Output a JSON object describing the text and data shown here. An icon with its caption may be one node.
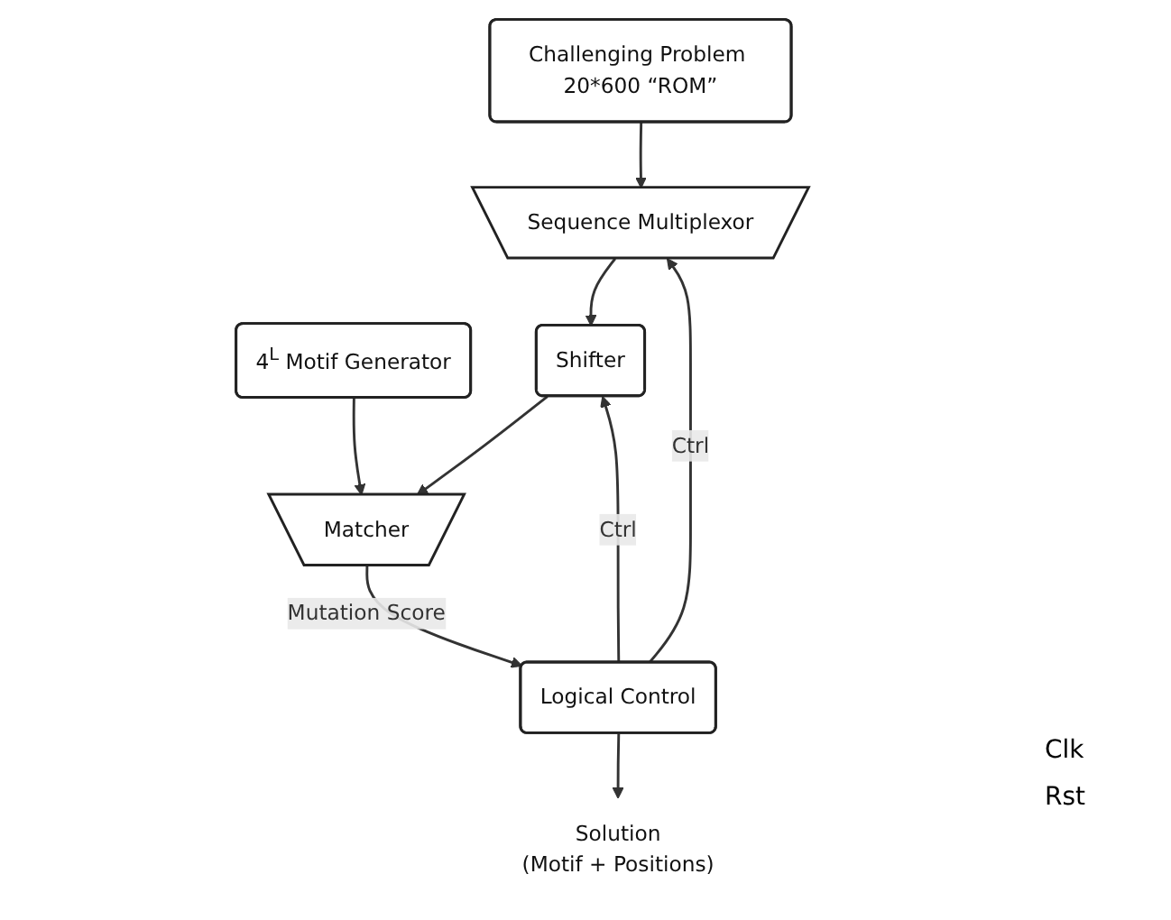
{
  "diagram": {
    "nodes": [
      {
        "text": [
          "Challenging Problem 20*600 “ROM”"
        ]
      },
      {
        "text": [
          "Sequence Multiplexor"
        ]
      },
      {
        "text": [
          "4$^{L}$ Motif Generator"
        ]
      },
      {
        "text": [
          "Shifter"
        ]
      },
      {
        "text": [
          "Matcher"
        ]
      },
      {
        "text": [
          "Logical Control"
        ]
      },
      {
        "text": [
          "Solution",
          "(Motif + Positions)"
        ]
      }
    ],
    "edges": [
      {
        "from": 0,
        "to": 1,
        "arrow": "to"
      },
      {
        "from": 1,
        "to": 3,
        "arrow": "to"
      },
      {
        "from": 2,
        "to": 4,
        "arrow": "to"
      },
      {
        "from": 3,
        "to": 4,
        "arrow": "to"
      },
      {
        "from": 5,
        "to": 1,
        "arrow": "to",
        "label": "Ctrl"
      },
      {
        "from": 5,
        "to": 3,
        "arrow": "to",
        "label": "Ctrl"
      },
      {
        "from": 4,
        "to": 5,
        "arrow": "to",
        "label": "Mutation Score"
      },
      {
        "from": 5,
        "to": 6,
        "arrow": "to"
      }
    ],
    "labels": [
      "Clk",
      "Rst"
    ]
  }
}
